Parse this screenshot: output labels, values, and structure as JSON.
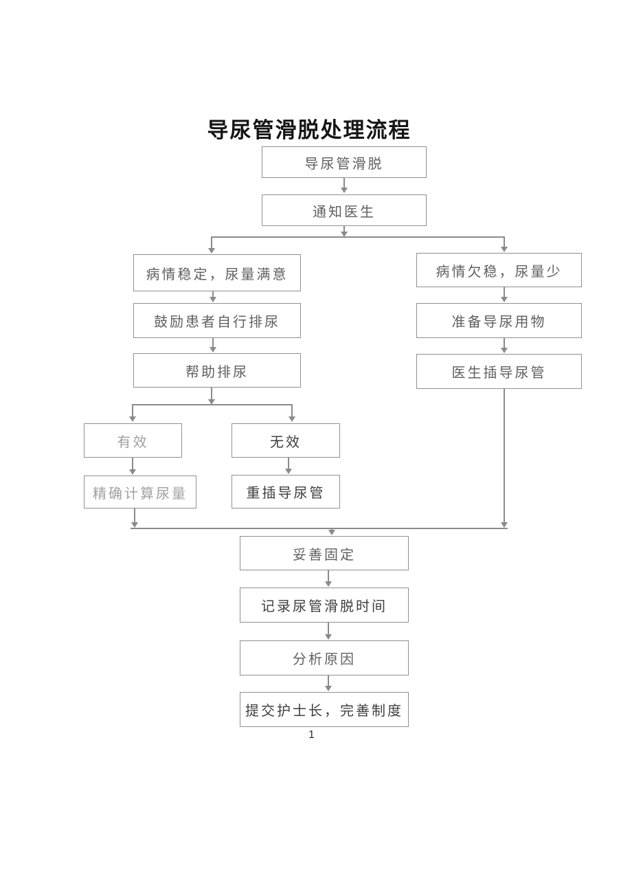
{
  "document": {
    "title": "导尿管滑脱处理流程",
    "page_number": "1"
  },
  "colors": {
    "line": "#8a8a8a",
    "border": "#8f8f8f",
    "ink": "#5f5f5f",
    "ink-dark": "#3e3e3e",
    "ink-light": "#a0a0a0",
    "title-ink": "#151515",
    "paper": "#ffffff"
  },
  "flowchart": {
    "nodes": {
      "slip": {
        "label": "导尿管滑脱"
      },
      "notify": {
        "label": "通知医生"
      },
      "stable": {
        "label": "病情稳定，尿量满意"
      },
      "unstable": {
        "label": "病情欠稳，尿量少"
      },
      "encourage": {
        "label": "鼓励患者自行排尿"
      },
      "prepare": {
        "label": "准备导尿用物"
      },
      "help": {
        "label": "帮助排尿"
      },
      "insert": {
        "label": "医生插导尿管"
      },
      "effective": {
        "label": "有效"
      },
      "ineffective": {
        "label": "无效"
      },
      "calc": {
        "label": "精确计算尿量"
      },
      "reinsert": {
        "label": "重插导尿管"
      },
      "fix": {
        "label": "妥善固定"
      },
      "record": {
        "label": "记录尿管滑脱时间"
      },
      "analyze": {
        "label": "分析原因"
      },
      "submit": {
        "label": "提交护士长，完善制度"
      }
    },
    "edges": [
      "slip -> notify",
      "notify -> stable",
      "notify -> unstable",
      "stable -> encourage",
      "encourage -> help",
      "help -> effective",
      "help -> ineffective",
      "effective -> calc",
      "ineffective -> reinsert",
      "unstable -> prepare",
      "prepare -> insert",
      "calc -> fix",
      "insert -> fix",
      "fix -> record",
      "record -> analyze",
      "analyze -> submit"
    ]
  }
}
